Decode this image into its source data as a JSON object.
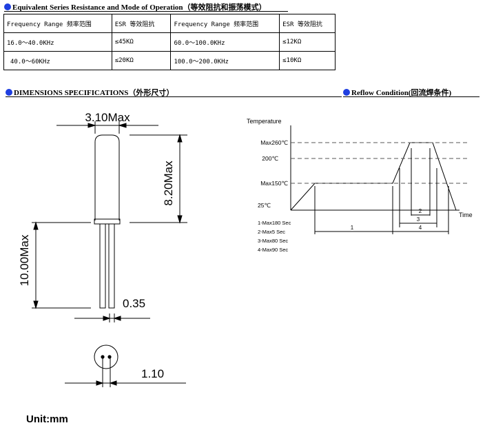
{
  "esr_section": {
    "title": "Equivalent Series Resistance and Mode of Operation（等效阻抗和振荡模式）",
    "headers": [
      "Frequency Range 频率范围",
      "ESR 等效阻抗",
      "Frequency Range 频率范围",
      "ESR 等效阻抗"
    ],
    "rows": [
      [
        "16.0～40.0KHz",
        "≤45KΩ",
        "60.0～100.0KHz",
        "≤12KΩ"
      ],
      [
        "40.0～60KHz",
        "≤20KΩ",
        "100.0～200.0KHz",
        "≤10KΩ"
      ]
    ]
  },
  "dimensions": {
    "title": "DIMENSIONS SPECIFICATIONS（外形尺寸）",
    "width_label": "3.10Max",
    "body_height_label": "8.20Max",
    "lead_length_label": "10.00Max",
    "lead_diameter_label": "0.35",
    "pin_spacing_label": "1.10",
    "unit_label": "Unit:mm"
  },
  "reflow": {
    "title": "Reflow Condition(回流焊条件)",
    "y_axis_label": "Temperature",
    "x_axis_label": "Time",
    "levels": [
      "Max260℃",
      "200℃",
      "Max150℃",
      "25℃"
    ],
    "zone_labels": [
      "1",
      "2",
      "3",
      "4"
    ],
    "notes": [
      "1-Max180 Sec",
      "2-Max5 Sec",
      "3-Max80 Sec",
      "4-Max90 Sec"
    ]
  },
  "colors": {
    "bullet": "#1f3fe0",
    "line": "#000000",
    "dash": "#555555"
  }
}
